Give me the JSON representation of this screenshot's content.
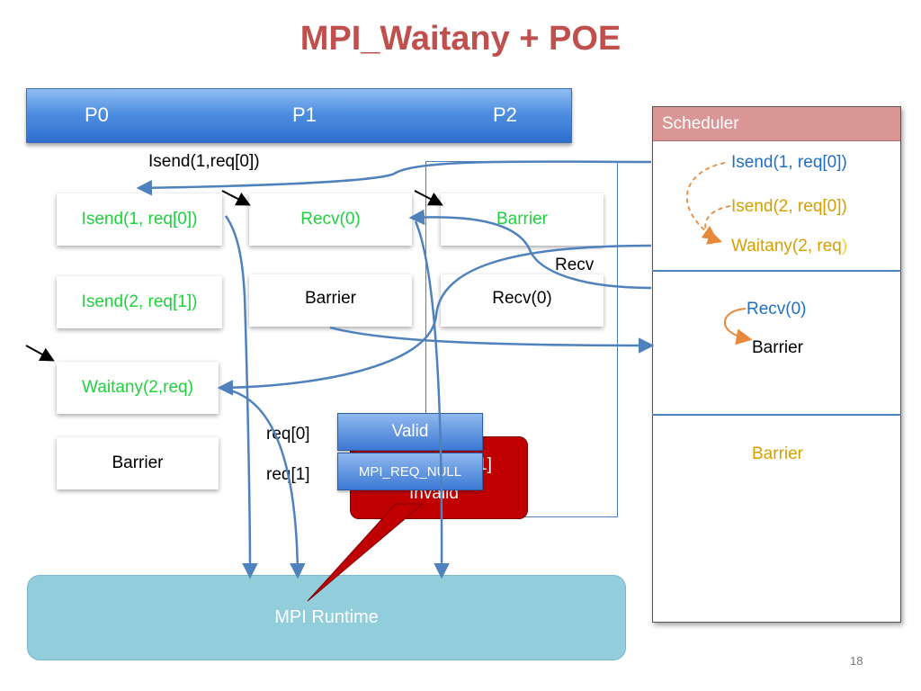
{
  "title": "MPI_Waitany + POE",
  "processes": [
    "P0",
    "P1",
    "P2"
  ],
  "p0_column": {
    "isend1": "Isend(1, req[0])",
    "isend2": "Isend(2, req[1])",
    "waitany": "Waitany(2,req)",
    "barrier": "Barrier"
  },
  "p1_column": {
    "recv": "Recv(0)",
    "barrier": "Barrier"
  },
  "p2_column": {
    "barrier": "Barrier",
    "recv": "Recv(0)"
  },
  "labels": {
    "isend_top": "Isend(1,req[0])",
    "recv": "Recv",
    "req0": "req[0]",
    "req1": "req[1]"
  },
  "callout": {
    "text1": "1]",
    "text2": "Invalid"
  },
  "req_status": {
    "valid": "Valid",
    "null": "MPI_REQ_NULL"
  },
  "runtime": "MPI Runtime",
  "scheduler": {
    "title": "Scheduler",
    "isend1": "Isend(1, req[0])",
    "isend2": "Isend(2, req[0])",
    "waitany_main": "Waitany(2, req",
    "waitany_end": ")",
    "recv0": "Recv(0)",
    "barrier1": "Barrier",
    "barrier2": "Barrier"
  },
  "page_number": "18",
  "colors": {
    "title": "#c0504d",
    "green": "#1fd13c",
    "blue_text": "#1f6fc5",
    "gold_text": "#d69f00",
    "arrow_blue": "#4f81bd",
    "dashed_orange": "#f0a050",
    "callout_red": "#c00000",
    "runtime_fill": "#92cddc",
    "scheduler_head": "#d99694"
  }
}
